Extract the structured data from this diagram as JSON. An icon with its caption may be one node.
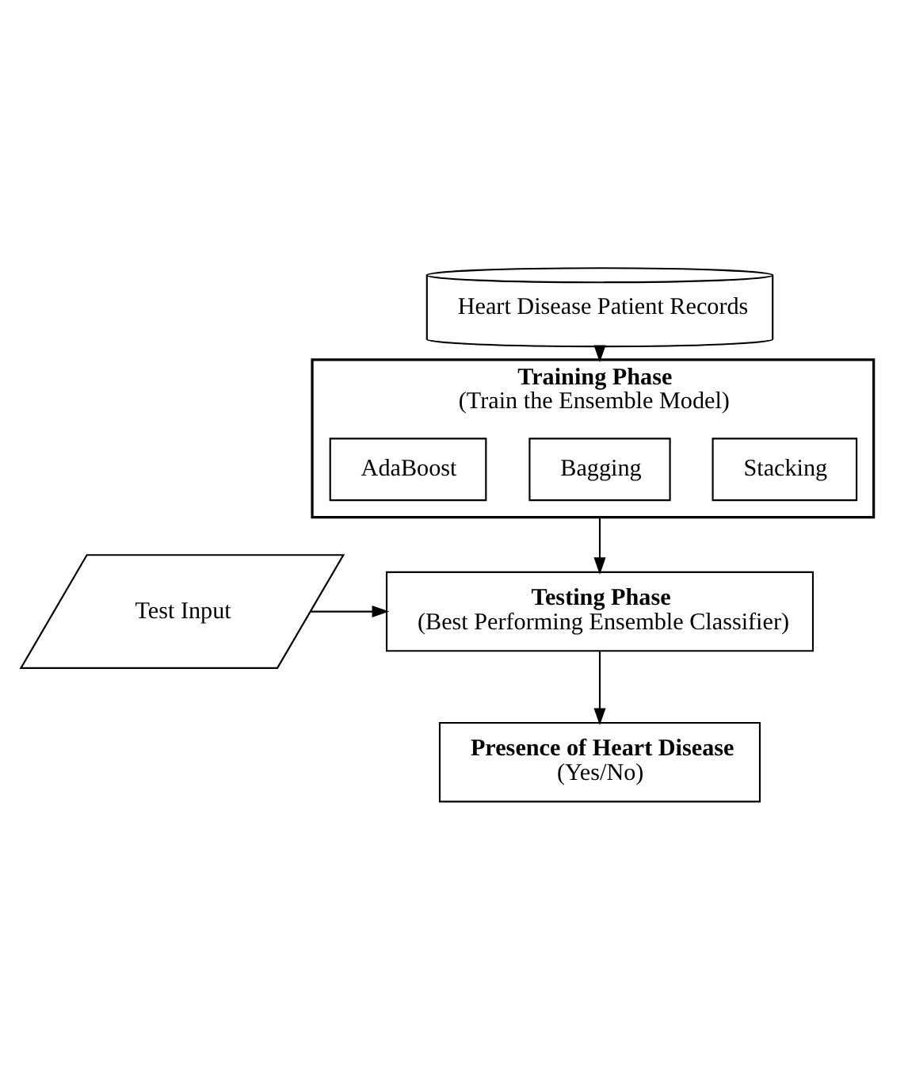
{
  "diagram": {
    "nodes": [
      {
        "text": [
          "Heart Disease Patient Records"
        ]
      },
      {
        "text": [
          "Training Phase",
          "(Train the Ensemble Model)"
        ]
      },
      {
        "text": [
          "Stacking"
        ],
        "in": 1
      },
      {
        "text": [
          "Bagging"
        ],
        "in": 1
      },
      {
        "text": [
          "AdaBoost"
        ],
        "in": 1
      },
      {
        "text": [
          "Test Input"
        ]
      },
      {
        "text": [
          "Testing Phase",
          "(Best Performing Ensemble Classifier)"
        ]
      },
      {
        "text": [
          "Presence of Heart Disease",
          "(Yes/No)"
        ]
      }
    ],
    "edges": [
      {
        "from": 0,
        "to": 1,
        "arrow": "to"
      },
      {
        "from": 1,
        "to": 6,
        "arrow": "to"
      },
      {
        "from": 5,
        "to": 6,
        "arrow": "to"
      },
      {
        "from": 6,
        "to": 7,
        "arrow": "to"
      }
    ]
  }
}
